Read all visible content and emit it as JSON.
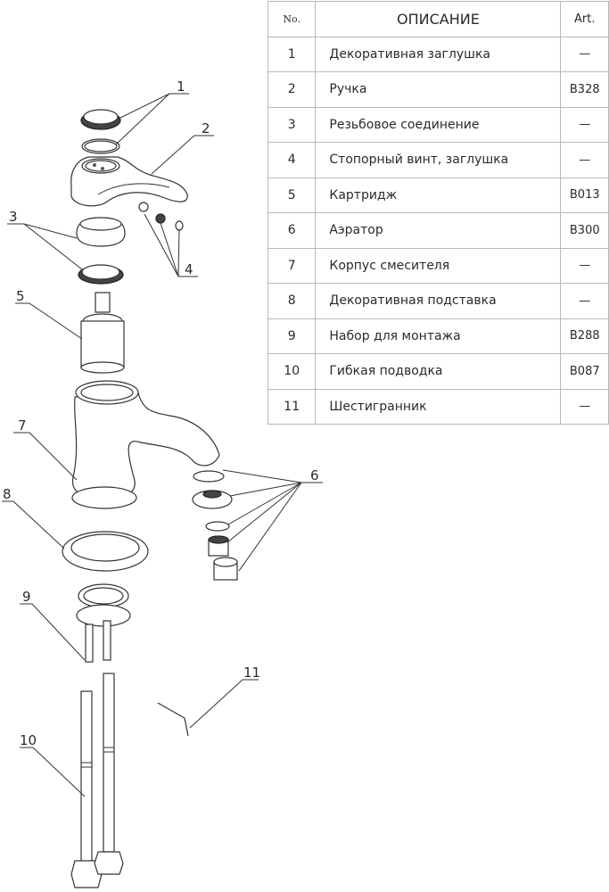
{
  "table": {
    "headers": {
      "no": "No.",
      "description": "ОПИСАНИЕ",
      "art": "Art."
    },
    "rows": [
      {
        "no": "1",
        "description": "Декоративная заглушка",
        "art": "—"
      },
      {
        "no": "2",
        "description": "Ручка",
        "art": "B328"
      },
      {
        "no": "3",
        "description": "Резьбовое соединение",
        "art": "—"
      },
      {
        "no": "4",
        "description": "Стопорный винт, заглушка",
        "art": "—"
      },
      {
        "no": "5",
        "description": "Картридж",
        "art": "B013"
      },
      {
        "no": "6",
        "description": "Аэратор",
        "art": "B300"
      },
      {
        "no": "7",
        "description": "Корпус смесителя",
        "art": "—"
      },
      {
        "no": "8",
        "description": "Декоративная подставка",
        "art": "—"
      },
      {
        "no": "9",
        "description": "Набор для монтажа",
        "art": "B288"
      },
      {
        "no": "10",
        "description": "Гибкая подводка",
        "art": "B087"
      },
      {
        "no": "11",
        "description": "Шестигранник",
        "art": "—"
      }
    ]
  },
  "callouts": [
    "1",
    "2",
    "3",
    "4",
    "5",
    "6",
    "7",
    "8",
    "9",
    "10",
    "11"
  ]
}
